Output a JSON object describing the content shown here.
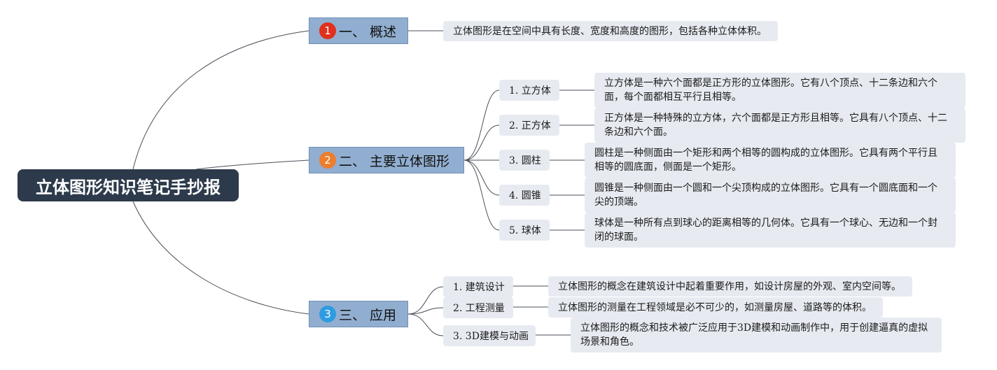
{
  "root": {
    "title": "立体图形知识笔记手抄报"
  },
  "branches": [
    {
      "number": "1",
      "badge_color": "#e0301e",
      "label": "一、 概述"
    },
    {
      "number": "2",
      "badge_color": "#ee7d2c",
      "label": "二、 主要立体图形"
    },
    {
      "number": "3",
      "badge_color": "#2f9be0",
      "label": "三、 应用"
    }
  ],
  "overview": {
    "note": "立体图形是在空间中具有长度、宽度和高度的图形，包括各种立体体积。"
  },
  "shapes": [
    {
      "label": "1. 立方体",
      "note": "立方体是一种六个面都是正方形的立体图形。它有八个顶点、十二条边和六个面，每个面都相互平行且相等。"
    },
    {
      "label": "2. 正方体",
      "note": "正方体是一种特殊的立方体，六个面都是正方形且相等。它具有八个顶点、十二条边和六个面。"
    },
    {
      "label": "3. 圆柱",
      "note": "圆柱是一种侧面由一个矩形和两个相等的圆构成的立体图形。它具有两个平行且相等的圆底面，侧面是一个矩形。"
    },
    {
      "label": "4. 圆锥",
      "note": "圆锥是一种侧面由一个圆和一个尖顶构成的立体图形。它具有一个圆底面和一个尖的顶端。"
    },
    {
      "label": "5. 球体",
      "note": "球体是一种所有点到球心的距离相等的几何体。它具有一个球心、无边和一个封闭的球面。"
    }
  ],
  "applications": [
    {
      "label": "1. 建筑设计",
      "note": "立体图形的概念在建筑设计中起着重要作用，如设计房屋的外观、室内空间等。"
    },
    {
      "label": "2. 工程测量",
      "note": "立体图形的测量在工程领域是必不可少的，如测量房屋、道路等的体积。"
    },
    {
      "label": "3. 3D建模与动画",
      "note": "立体图形的概念和技术被广泛应用于3D建模和动画制作中，用于创建逼真的虚拟场景和角色。"
    }
  ],
  "colors": {
    "root_bg": "#2d3a4b",
    "branch_bg": "#91aed0",
    "node_bg": "#e7ebf1",
    "line": "#4a4f58"
  }
}
